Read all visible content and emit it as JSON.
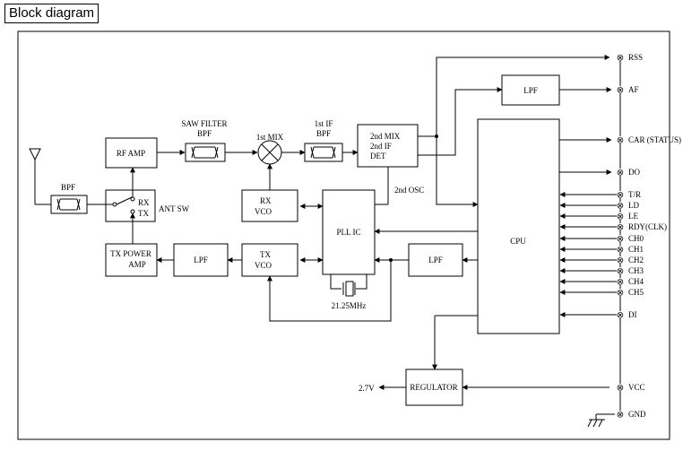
{
  "title": "Block diagram",
  "blocks": {
    "bpf_ant": "BPF",
    "rf_amp": "RF AMP",
    "saw_filter": [
      "SAW FILTER",
      "BPF"
    ],
    "mix1": "1st MIX",
    "if1_bpf": [
      "1st IF",
      "BPF"
    ],
    "mix2": [
      "2nd MIX",
      "2nd IF",
      "DET"
    ],
    "lpf_af": "LPF",
    "cpu": "CPU",
    "ant_sw": [
      "RX",
      "TX",
      "ANT SW"
    ],
    "rx_vco": [
      "RX",
      "VCO"
    ],
    "pll_ic": "PLL IC",
    "osc2": "2nd OSC",
    "tx_power_amp": [
      "TX POWER",
      "AMP"
    ],
    "lpf_tx": "LPF",
    "tx_vco": [
      "TX",
      "VCO"
    ],
    "lpf_pll": "LPF",
    "crystal": "21.25MHz",
    "regulator": "REGULATOR",
    "regulator_out": "2.7V"
  },
  "pins": [
    {
      "name": "RSS",
      "symbol": "⊗"
    },
    {
      "name": "AF",
      "symbol": "⊗"
    },
    {
      "name": "CAR (STATUS)",
      "symbol": "⊗"
    },
    {
      "name": "DO",
      "symbol": "⊗"
    },
    {
      "name": "T/R",
      "symbol": "⊗"
    },
    {
      "name": "LD",
      "symbol": "⊗"
    },
    {
      "name": "LE",
      "symbol": "⊗"
    },
    {
      "name": "RDY(CLK)",
      "symbol": "⊗"
    },
    {
      "name": "CH0",
      "symbol": "⊗"
    },
    {
      "name": "CH1",
      "symbol": "⊗"
    },
    {
      "name": "CH2",
      "symbol": "⊗"
    },
    {
      "name": "CH3",
      "symbol": "⊗"
    },
    {
      "name": "CH4",
      "symbol": "⊗"
    },
    {
      "name": "CH5",
      "symbol": "⊗"
    },
    {
      "name": "DI",
      "symbol": "⊗"
    },
    {
      "name": "VCC",
      "symbol": "⊗"
    },
    {
      "name": "GND",
      "symbol": "⊗"
    }
  ]
}
